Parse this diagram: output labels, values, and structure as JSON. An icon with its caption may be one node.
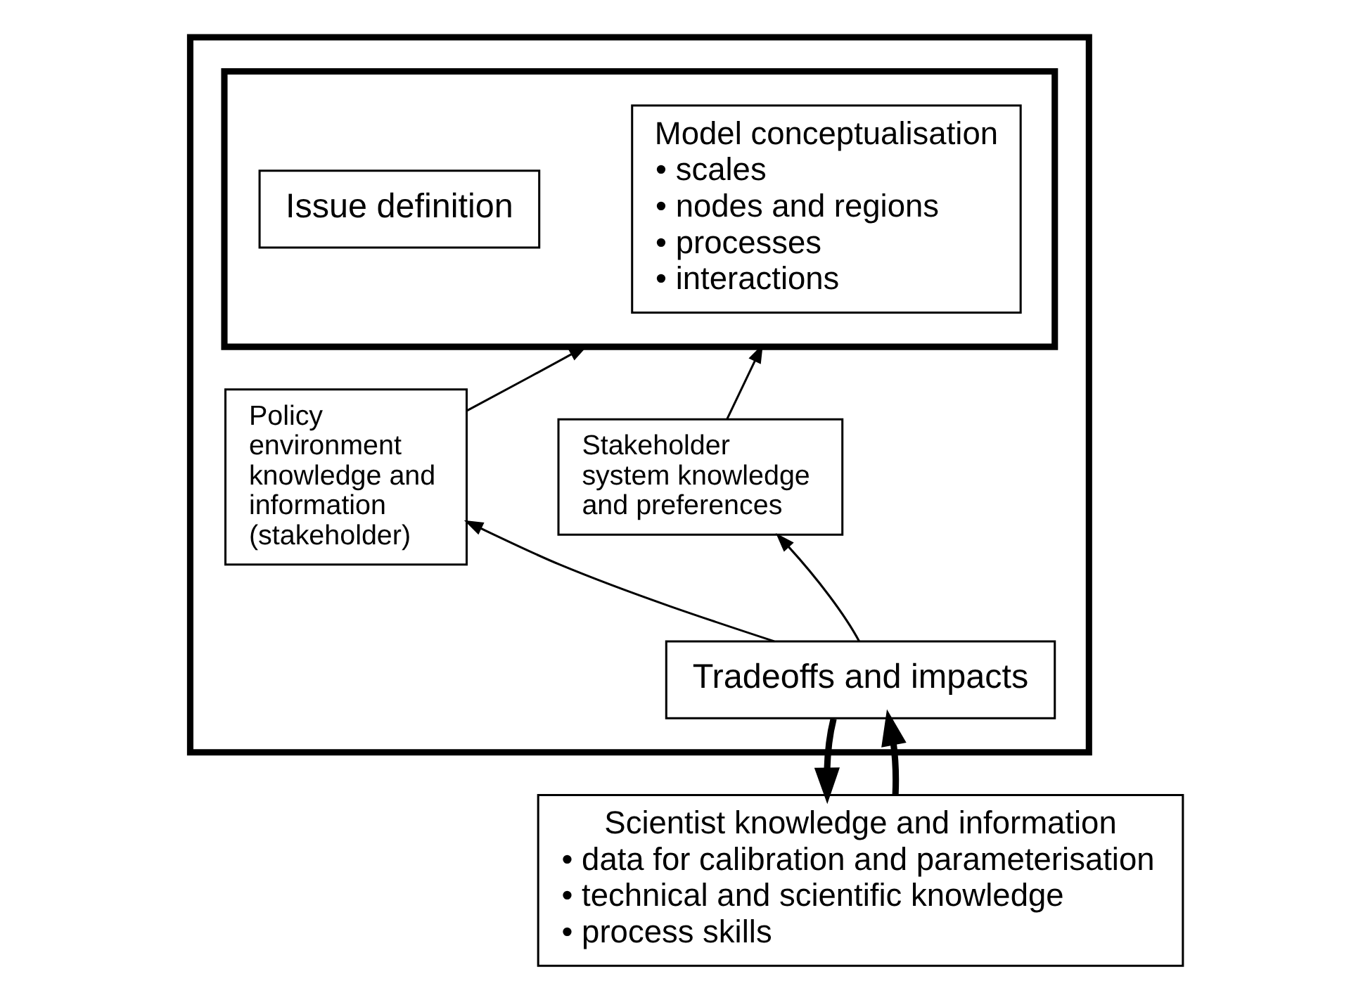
{
  "diagram": {
    "nodes": [
      {
        "text": [],
        "shape": "box"
      },
      {
        "text": [],
        "shape": "box",
        "in": 0
      },
      {
        "text": [
          "Issue definition"
        ],
        "in": 1
      },
      {
        "text": [
          "Model conceptualisation",
          "• scales",
          "• nodes and regions",
          "• processes",
          "• interactions"
        ],
        "in": 1
      },
      {
        "text": [
          "Policy environment knowledge and information (stakeholder)"
        ],
        "in": 0
      },
      {
        "text": [
          "Stakeholder system knowledge and preferences"
        ],
        "in": 0
      },
      {
        "text": [
          "Tradeoffs and impacts"
        ],
        "in": 0
      },
      {
        "text": [
          "Scientist knowledge and information",
          "• data for calibration and parameterisation",
          "• technical and scientific knowledge",
          "• process skills"
        ]
      }
    ],
    "edges": [
      {
        "from": 4,
        "to": 1,
        "arrow": "to"
      },
      {
        "from": 5,
        "to": 1,
        "arrow": "to"
      },
      {
        "from": 6,
        "to": 4,
        "arrow": "to"
      },
      {
        "from": 6,
        "to": 5,
        "arrow": "to"
      },
      {
        "from": 6,
        "to": 7,
        "arrow": "to",
        "style": "thick"
      },
      {
        "from": 7,
        "to": 6,
        "arrow": "to",
        "style": "thick"
      }
    ]
  }
}
